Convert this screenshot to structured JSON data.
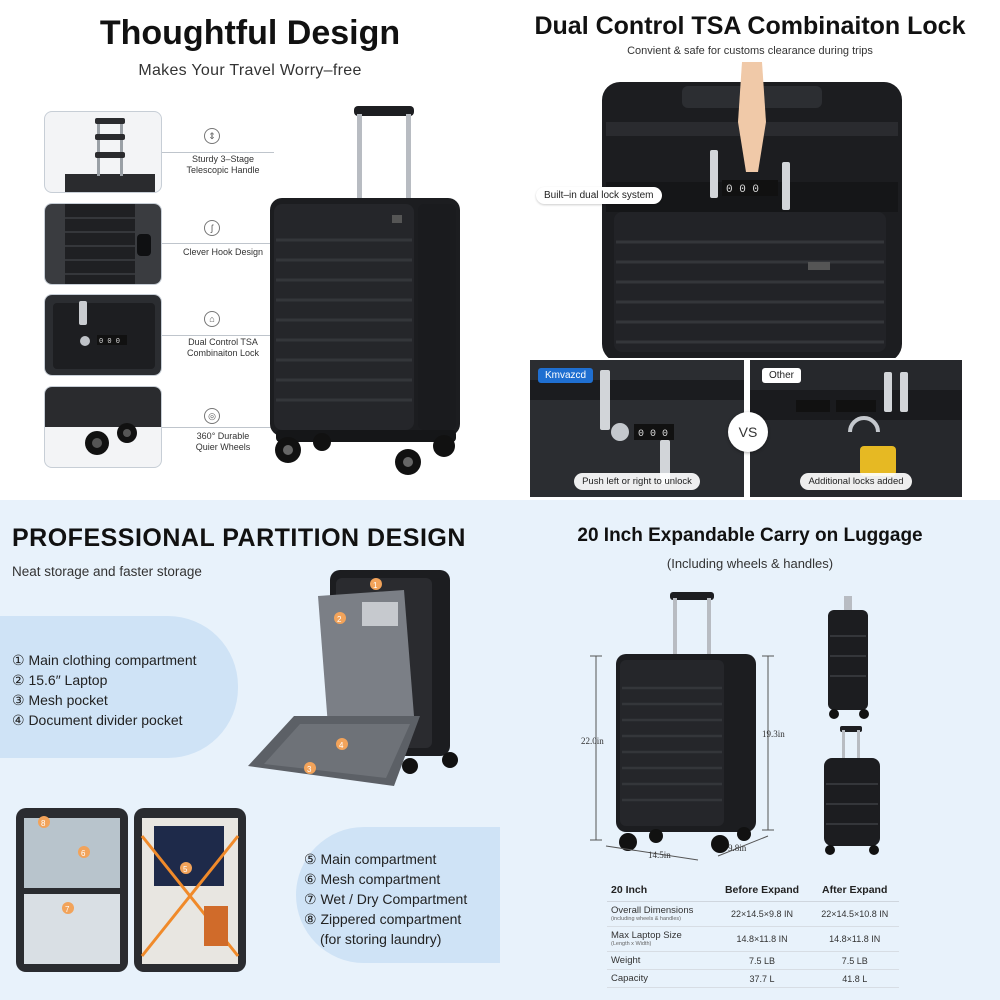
{
  "q1": {
    "title": "Thoughtful Design",
    "subtitle": "Makes Your Travel Worry–free",
    "features": [
      {
        "line1": "Sturdy 3–Stage",
        "line2": "Telescopic Handle"
      },
      {
        "line1": "Clever Hook Design",
        "line2": ""
      },
      {
        "line1": "Dual Control TSA",
        "line2": "Combinaiton Lock"
      },
      {
        "line1": "360° Durable",
        "line2": "Quier Wheels"
      }
    ]
  },
  "q2": {
    "title": "Dual Control TSA Combinaiton Lock",
    "subtitle": "Convient & safe for customs clearance during trips",
    "callout": "Built–in dual lock system",
    "brand_tag": "Kmvazcd",
    "other_tag": "Other",
    "vs": "VS",
    "left_caption": "Push left or right to unlock",
    "right_caption": "Additional locks added",
    "lock_digits": "0 0 0"
  },
  "q3": {
    "title": "PROFESSIONAL PARTITION DESIGN",
    "subtitle": "Neat storage and faster storage",
    "list_a": [
      "① Main clothing compartment",
      "② 15.6″ Laptop",
      "③ Mesh pocket",
      "④ Document divider pocket"
    ],
    "list_b": [
      "⑤ Main compartment",
      "⑥ Mesh compartment",
      "⑦ Wet / Dry Compartment",
      "⑧ Zippered compartment",
      "(for storing laundry)"
    ],
    "markers": [
      "1",
      "2",
      "3",
      "4",
      "5",
      "6",
      "7",
      "8"
    ]
  },
  "q4": {
    "title": "20 Inch Expandable Carry on Luggage",
    "subtitle": "(Including wheels & handles)",
    "dims": {
      "height_total": "22.0in",
      "height_body": "19.3in",
      "width": "14.5in",
      "depth": "9.8in"
    },
    "table": {
      "headers": [
        "20 Inch",
        "Before Expand",
        "After Expand"
      ],
      "rows": [
        {
          "label": "Overall Dimensions",
          "sublabel": "(including wheels & handles)",
          "before": "22×14.5×9.8 IN",
          "after": "22×14.5×10.8 IN"
        },
        {
          "label": "Max Laptop Size",
          "sublabel": "(Length x Width)",
          "before": "14.8×11.8 IN",
          "after": "14.8×11.8 IN"
        },
        {
          "label": "Weight",
          "sublabel": "",
          "before": "7.5 LB",
          "after": "7.5 LB"
        },
        {
          "label": "Capacity",
          "sublabel": "",
          "before": "37.7 L",
          "after": "41.8 L"
        }
      ]
    }
  },
  "colors": {
    "accent_blue": "#1f6fd1",
    "panel_bg": "#e8f2fb",
    "blob": "#cfe3f6",
    "suitcase": "#1c1d20"
  }
}
